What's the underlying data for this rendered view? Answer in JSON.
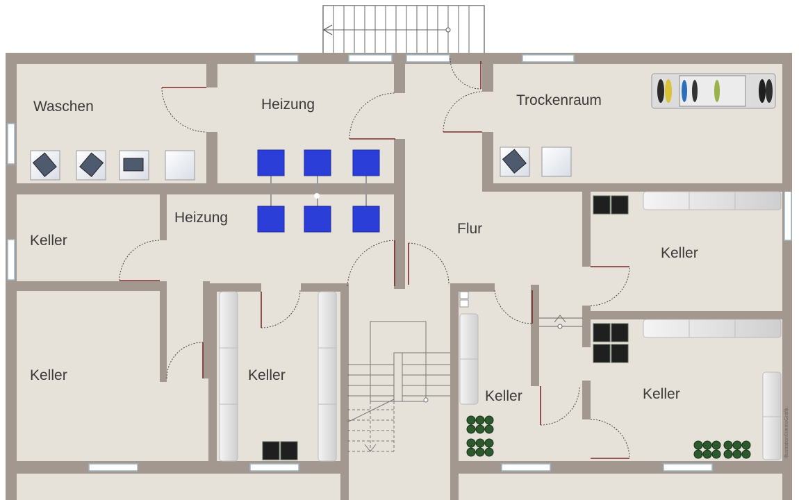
{
  "floorplan": {
    "colors": {
      "floor": "#e7e2d9",
      "wall": "#a39890",
      "door_leaf": "#7a2a2a",
      "heater": "#2b3fd8",
      "bottles": "#2c5a2c",
      "text": "#3a3a3a"
    },
    "rooms": {
      "waschen": "Waschen",
      "heizung_top": "Heizung",
      "trockenraum": "Trockenraum",
      "heizung_mid": "Heizung",
      "keller_left_upper": "Keller",
      "flur": "Flur",
      "keller_right_upper": "Keller",
      "keller_left_lower": "Keller",
      "keller_center": "Keller",
      "keller_right_center": "Keller",
      "keller_right_lower": "Keller"
    },
    "credit": "Illustration©immoGrafik"
  }
}
